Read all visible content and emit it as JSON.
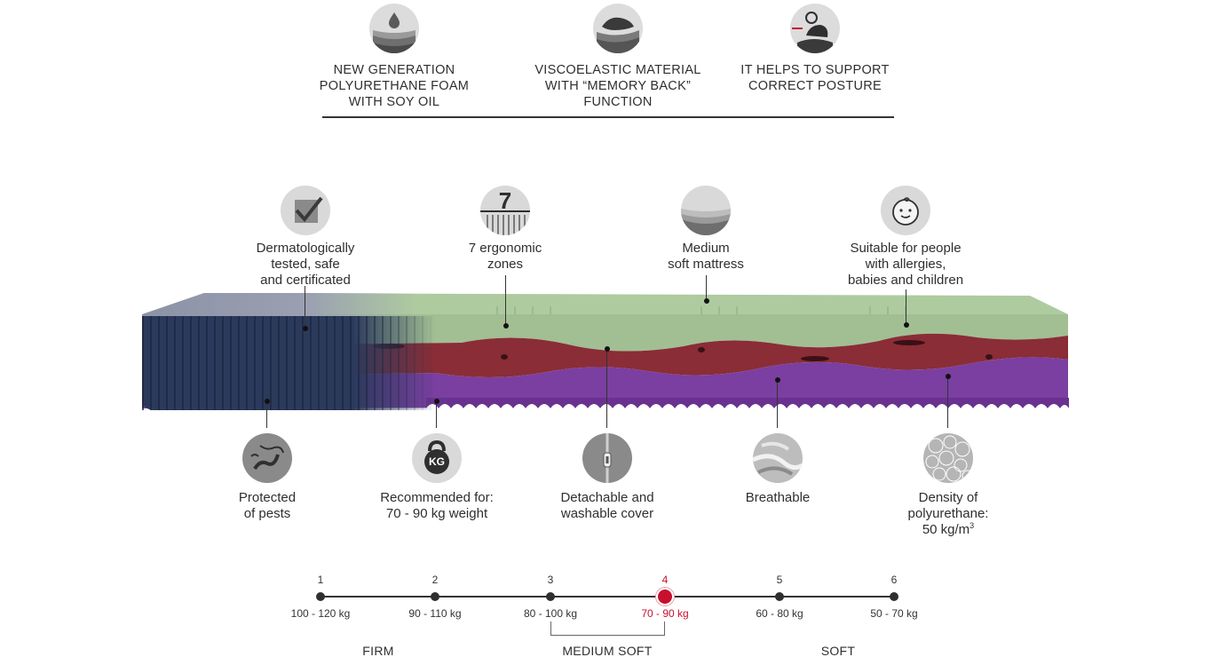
{
  "top_features": [
    {
      "icon": "water-drop-foam-icon",
      "label": "NEW GENERATION\nPOLYURETHANE FOAM\nWITH SOY OIL"
    },
    {
      "icon": "memory-foam-hand-icon",
      "label": "VISCOELASTIC MATERIAL\nWITH “MEMORY BACK”\nFUNCTION"
    },
    {
      "icon": "posture-support-icon",
      "label": "IT HELPS TO SUPPORT\nCORRECT POSTURE"
    }
  ],
  "callouts_above": [
    {
      "icon": "checkmark-icon",
      "label": "Dermatologically\ntested, safe\nand certificated"
    },
    {
      "icon": "seven-zones-icon",
      "icon_text": "7",
      "label": "7 ergonomic\nzones"
    },
    {
      "icon": "medium-soft-layers-icon",
      "label": "Medium\nsoft mattress"
    },
    {
      "icon": "baby-face-icon",
      "label": "Suitable for people\nwith allergies,\nbabies and children"
    }
  ],
  "callouts_below": [
    {
      "icon": "pest-protection-icon",
      "label": "Protected\nof pests"
    },
    {
      "icon": "kettlebell-icon",
      "icon_text": "KG",
      "label": "Recommended for:\n70 - 90 kg weight"
    },
    {
      "icon": "zipper-icon",
      "label": "Detachable and\nwashable cover"
    },
    {
      "icon": "breathable-sphere-icon",
      "label": "Breathable"
    },
    {
      "icon": "foam-density-icon",
      "label": "Density of\npolyurethane:\n50 kg/m",
      "label_sup": "3"
    }
  ],
  "scale": {
    "points": [
      {
        "num": "1",
        "kg": "100 - 120 kg"
      },
      {
        "num": "2",
        "kg": "90 - 110 kg"
      },
      {
        "num": "3",
        "kg": "80 - 100 kg"
      },
      {
        "num": "4",
        "kg": "70 - 90 kg"
      },
      {
        "num": "5",
        "kg": "60 - 80 kg"
      },
      {
        "num": "6",
        "kg": "50 - 70 kg"
      }
    ],
    "active_index": 3,
    "zones": [
      "FIRM",
      "MEDIUM SOFT",
      "SOFT"
    ]
  },
  "colors": {
    "accent": "#c8102e",
    "cover_navy": "#2b3a5c",
    "layer_green": "#a9c49a",
    "layer_red": "#8a2d36",
    "layer_purple": "#7a3fa0"
  }
}
